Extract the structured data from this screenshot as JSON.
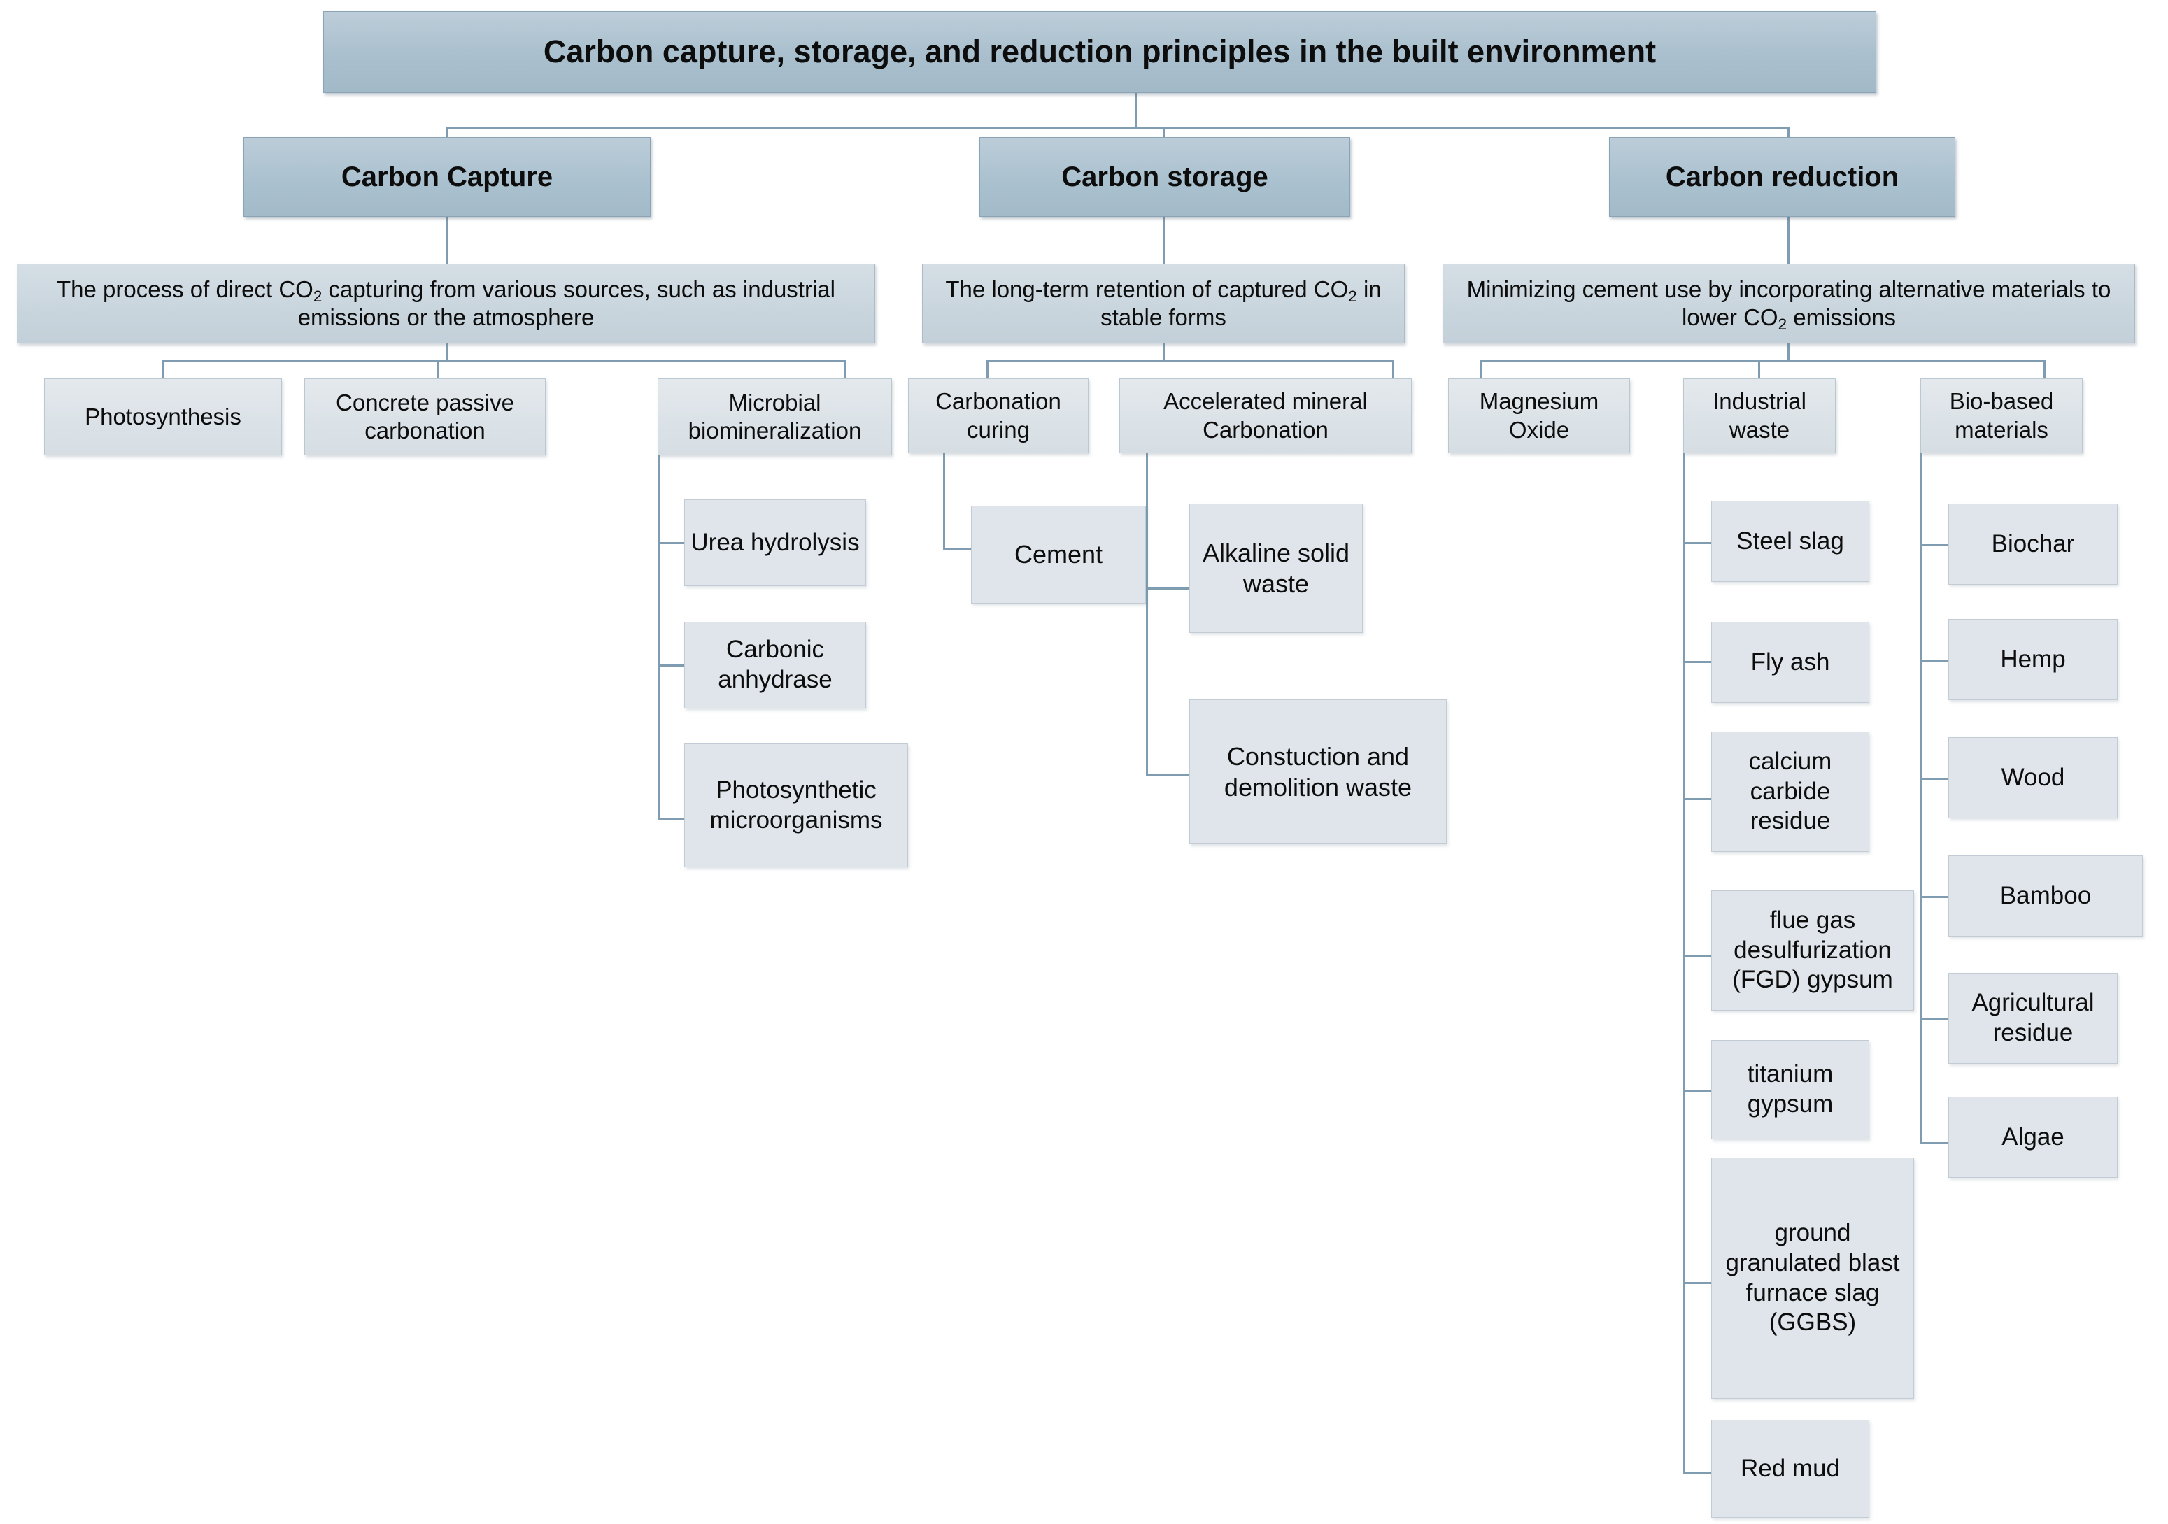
{
  "diagram": {
    "type": "hierarchy-tree",
    "root": {
      "id": "root",
      "label": "Carbon capture, storage, and reduction principles in the built environment"
    },
    "branches": [
      {
        "id": "carbon-capture",
        "title": "Carbon Capture",
        "description_parts": [
          "The process of direct CO",
          "2",
          " capturing from various sources, such as industrial emissions or the atmosphere"
        ],
        "description": "The process of direct CO2 capturing from various sources, such as industrial emissions or the atmosphere",
        "children": [
          {
            "id": "photosynthesis",
            "label": "Photosynthesis",
            "children": []
          },
          {
            "id": "concrete-passive-carbonation",
            "label": "Concrete passive carbonation",
            "children": []
          },
          {
            "id": "microbial-biomineralization",
            "label": "Microbial biomineralization",
            "children": [
              {
                "id": "urea-hydrolysis",
                "label": "Urea hydrolysis"
              },
              {
                "id": "carbonic-anhydrase",
                "label": "Carbonic anhydrase"
              },
              {
                "id": "photosynthetic-microorganisms",
                "label": "Photosynthetic microorganisms"
              }
            ]
          }
        ]
      },
      {
        "id": "carbon-storage",
        "title": "Carbon storage",
        "description_parts": [
          "The long-term retention of captured CO",
          "2",
          " in stable forms"
        ],
        "description": "The long-term retention of captured CO2 in stable forms",
        "children": [
          {
            "id": "carbonation-curing",
            "label": "Carbonation curing",
            "children": [
              {
                "id": "cement",
                "label": "Cement"
              }
            ]
          },
          {
            "id": "accelerated-mineral-carbonation",
            "label": "Accelerated mineral Carbonation",
            "children": [
              {
                "id": "alkaline-solid-waste",
                "label": "Alkaline solid waste"
              },
              {
                "id": "construction-demolition-waste",
                "label": "Constuction and demolition waste"
              }
            ]
          }
        ]
      },
      {
        "id": "carbon-reduction",
        "title": "Carbon reduction",
        "description_parts": [
          "Minimizing cement use by incorporating alternative materials to lower CO",
          "2",
          " emissions"
        ],
        "description": "Minimizing cement use by incorporating alternative materials to lower CO2 emissions",
        "children": [
          {
            "id": "magnesium-oxide",
            "label": "Magnesium Oxide",
            "children": []
          },
          {
            "id": "industrial-waste",
            "label": "Industrial waste",
            "children": [
              {
                "id": "steel-slag",
                "label": "Steel slag"
              },
              {
                "id": "fly-ash",
                "label": "Fly ash"
              },
              {
                "id": "calcium-carbide-residue",
                "label": "calcium carbide residue"
              },
              {
                "id": "fgd-gypsum",
                "label": "flue gas desulfurization (FGD) gypsum"
              },
              {
                "id": "titanium-gypsum",
                "label": "titanium gypsum"
              },
              {
                "id": "ggbs",
                "label": "ground granulated blast furnace slag (GGBS)"
              },
              {
                "id": "red-mud",
                "label": "Red mud"
              }
            ]
          },
          {
            "id": "bio-based-materials",
            "label": "Bio-based materials",
            "children": [
              {
                "id": "biochar",
                "label": "Biochar"
              },
              {
                "id": "hemp",
                "label": "Hemp"
              },
              {
                "id": "wood",
                "label": "Wood"
              },
              {
                "id": "bamboo",
                "label": "Bamboo"
              },
              {
                "id": "agricultural-residue",
                "label": "Agricultural residue"
              },
              {
                "id": "algae",
                "label": "Algae"
              }
            ]
          }
        ]
      }
    ],
    "colors": {
      "background": "#ffffff",
      "title_fill": "#a9bfcd",
      "category_fill": "#a9c0ce",
      "description_fill": "#c9d5dd",
      "leaf_fill": "#dbe2e7",
      "sub_fill": "#dfe5ea",
      "connector": "#7f9cb0",
      "text": "#0d0d0d"
    }
  }
}
